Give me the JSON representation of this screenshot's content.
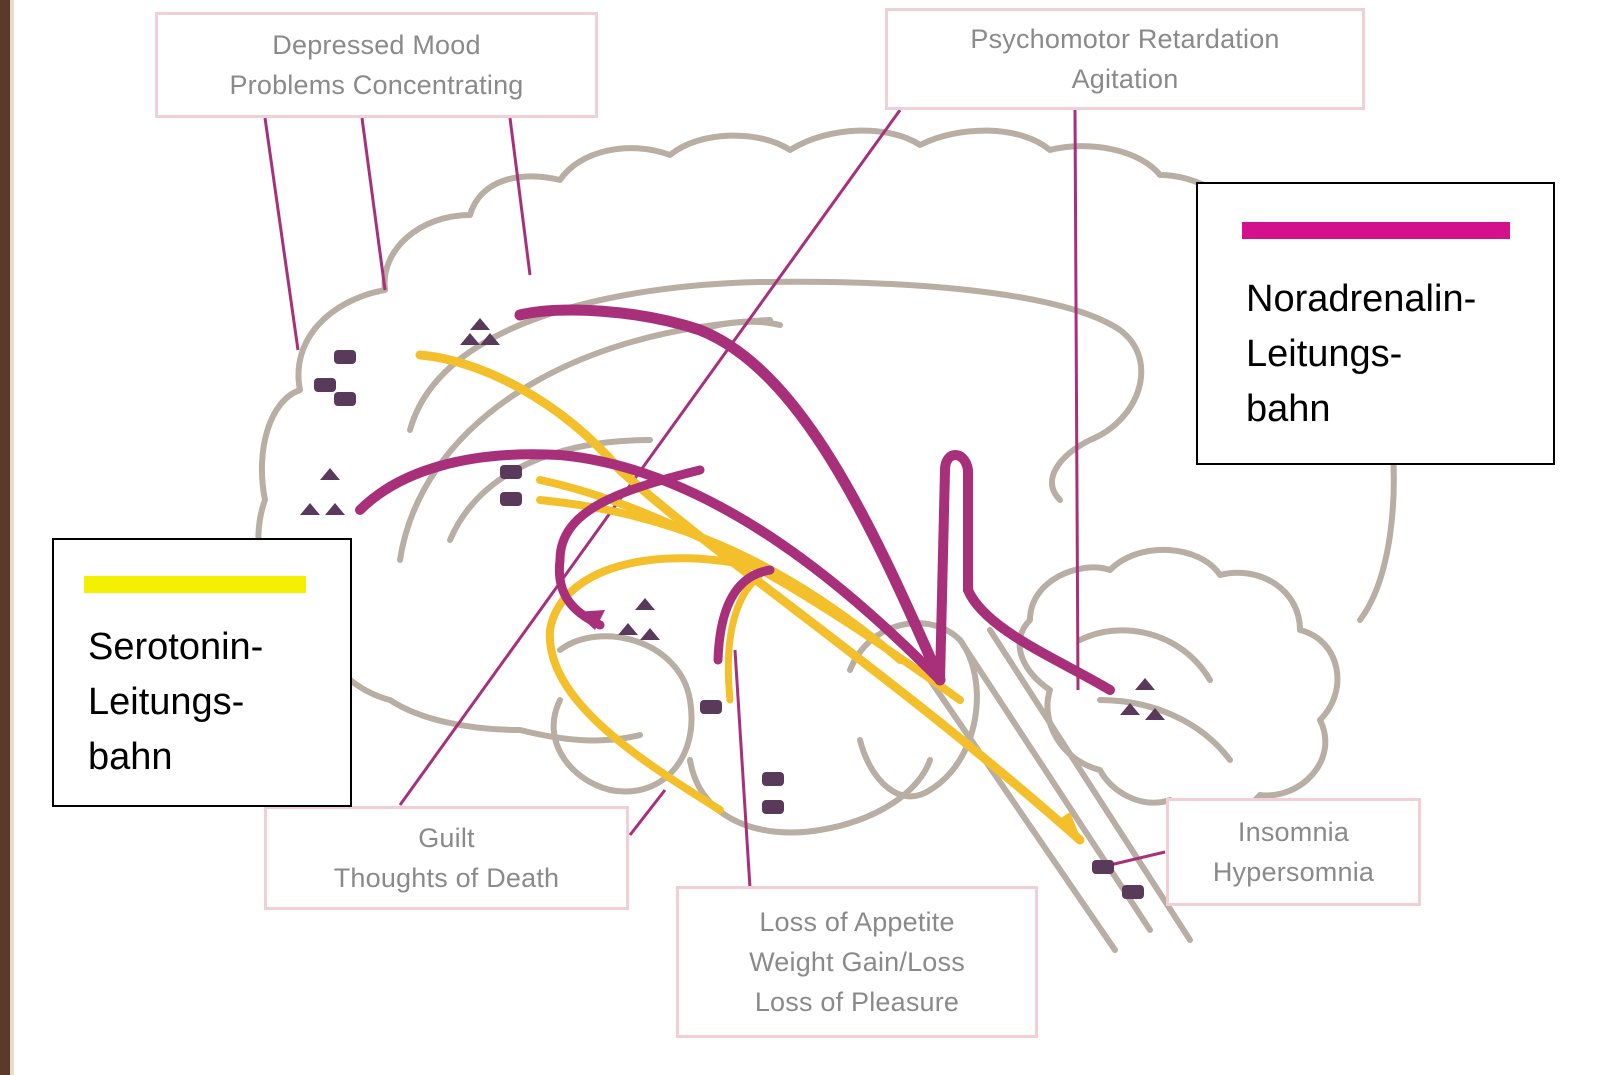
{
  "labels": {
    "depressed_mood": [
      "Depressed Mood",
      "Problems Concentrating"
    ],
    "psychomotor": [
      "Psychomotor Retardation",
      "Agitation"
    ],
    "guilt": [
      "Guilt",
      "Thoughts of Death"
    ],
    "appetite": [
      "Loss of Appetite",
      "Weight Gain/Loss",
      "Loss of Pleasure"
    ],
    "insomnia": [
      "Insomnia",
      "Hypersomnia"
    ]
  },
  "legend": {
    "noradrenalin": {
      "lines": [
        "Noradrenalin-",
        "Leitungs-",
        "bahn"
      ],
      "color": "#d4108c"
    },
    "serotonin": {
      "lines": [
        "Serotonin-",
        "Leitungs-",
        "bahn"
      ],
      "color": "#f5f000"
    }
  },
  "colors": {
    "noradrenalin_path": "#a8307a",
    "serotonin_path": "#f3c02c",
    "brain_outline": "#b8aea4",
    "pointer_line": "#a8307a",
    "label_border": "#f0cfd6",
    "label_text": "#8a8a8a"
  },
  "neuron_markers": {
    "serotonin": "B",
    "noradrenalin": "A"
  }
}
